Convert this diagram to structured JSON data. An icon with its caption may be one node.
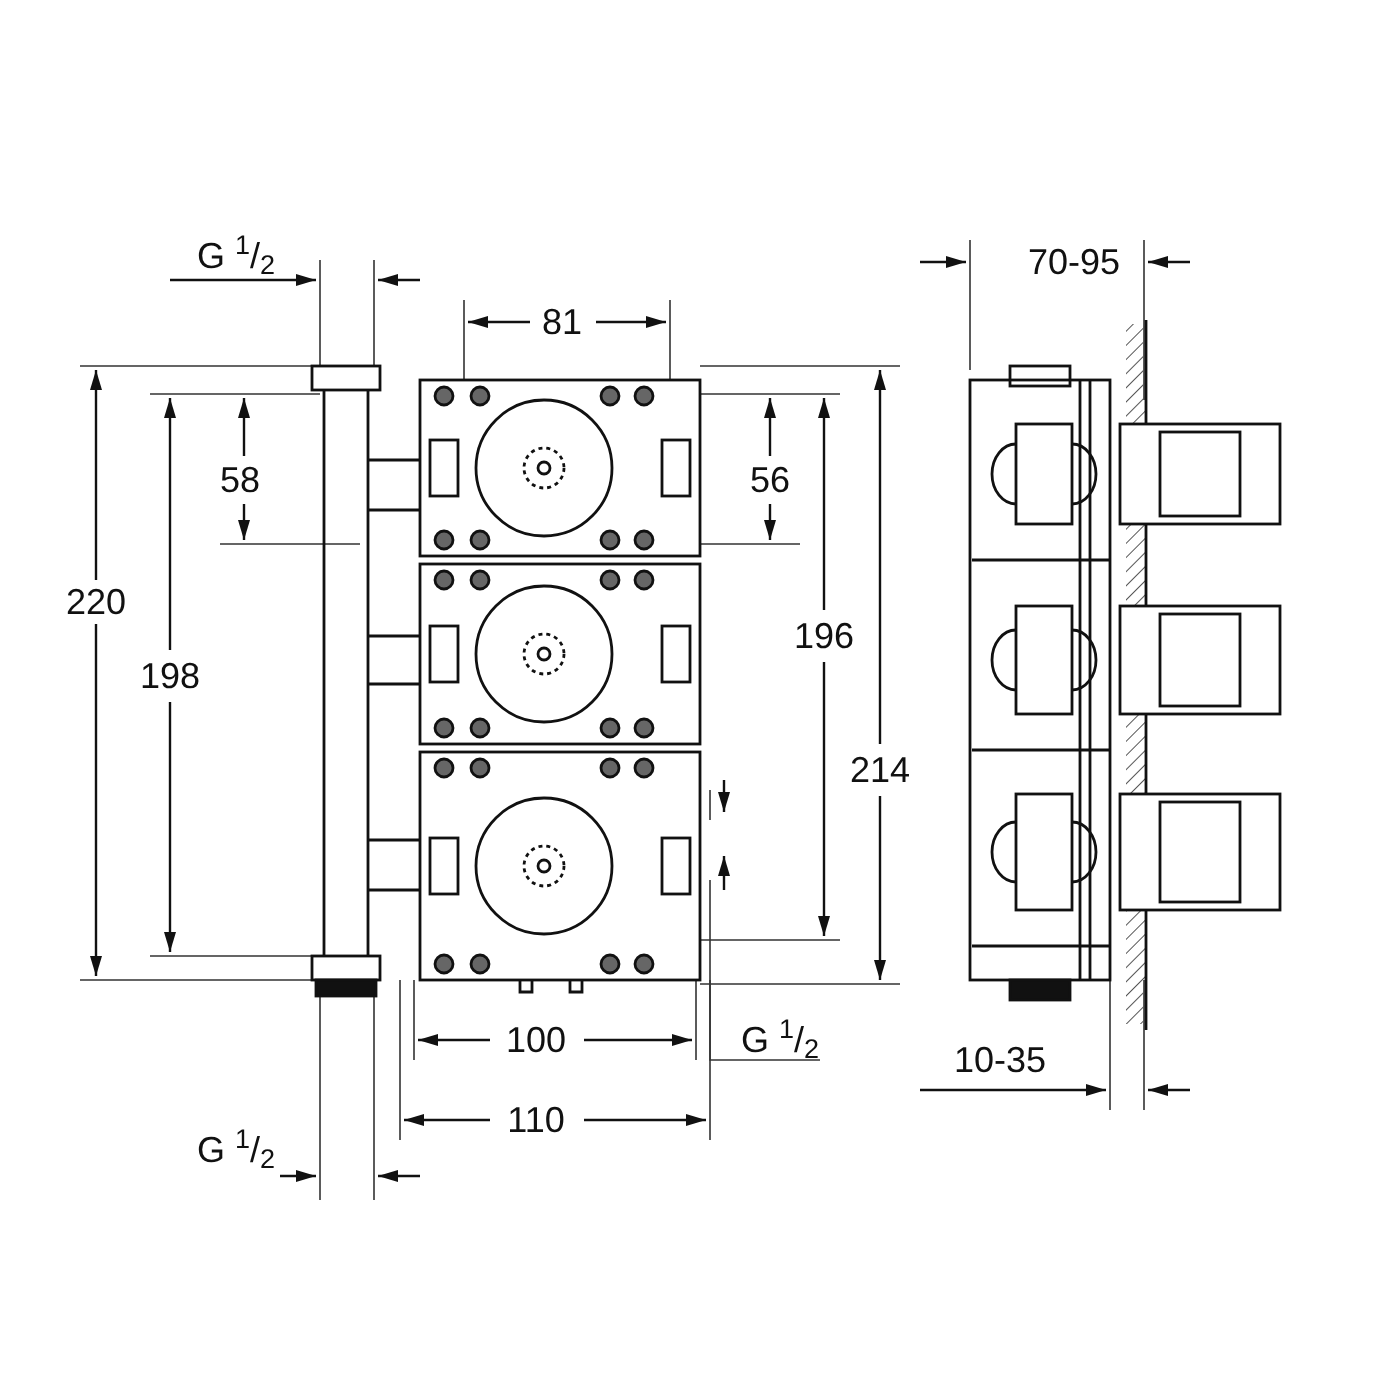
{
  "diagram": {
    "labels": [
      "G $^{1}$/$_{2}$",
      "81",
      "70-95",
      "58",
      "56",
      "220",
      "198",
      "196",
      "214",
      "100",
      "G $^{1}$/$_{2}$",
      "110",
      "10-35",
      "G $^{1}$/$_{2}$"
    ]
  }
}
